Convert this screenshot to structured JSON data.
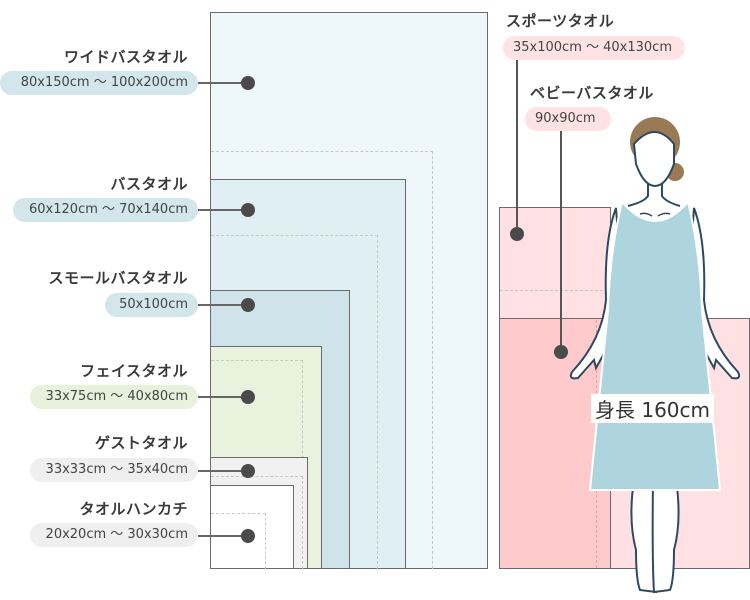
{
  "towels": [
    {
      "id": "wide-bath",
      "name": "ワイドバスタオル",
      "size": "80x150cm 〜 100x200cm",
      "fill": "#eef7f9",
      "pill": "#d2e6eb"
    },
    {
      "id": "bath",
      "name": "バスタオル",
      "size": "60x120cm 〜 70x140cm",
      "fill": "#e0eff3",
      "pill": "#d2e6eb"
    },
    {
      "id": "small-bath",
      "name": "スモールバスタオル",
      "size": "50x100cm",
      "fill": "#cfe4ea",
      "pill": "#d2e6eb"
    },
    {
      "id": "face",
      "name": "フェイスタオル",
      "size": "33x75cm 〜 40x80cm",
      "fill": "#e8f2dc",
      "pill": "#e7f1dc"
    },
    {
      "id": "guest",
      "name": "ゲストタオル",
      "size": "33x33cm 〜 35x40cm",
      "fill": "#f1f1f1",
      "pill": "#efefef"
    },
    {
      "id": "handkerchief",
      "name": "タオルハンカチ",
      "size": "20x20cm 〜 30x30cm",
      "fill": "#ffffff",
      "pill": "#efefef"
    }
  ],
  "right_towels": [
    {
      "id": "sports",
      "name": "スポーツタオル",
      "size": "35x100cm 〜 40x130cm",
      "fill": "#ffe1e3",
      "pill": "#ffe3e4"
    },
    {
      "id": "baby-bath",
      "name": "ベビーバスタオル",
      "size": "90x90cm",
      "fill": "#ffcacb",
      "pill": "#ffe3e4"
    }
  ],
  "figure": {
    "height_label": "身長 160cm",
    "dress_color": "#aed5dd",
    "hair_color": "#9a7a55",
    "outline_color": "#2f4a60"
  }
}
